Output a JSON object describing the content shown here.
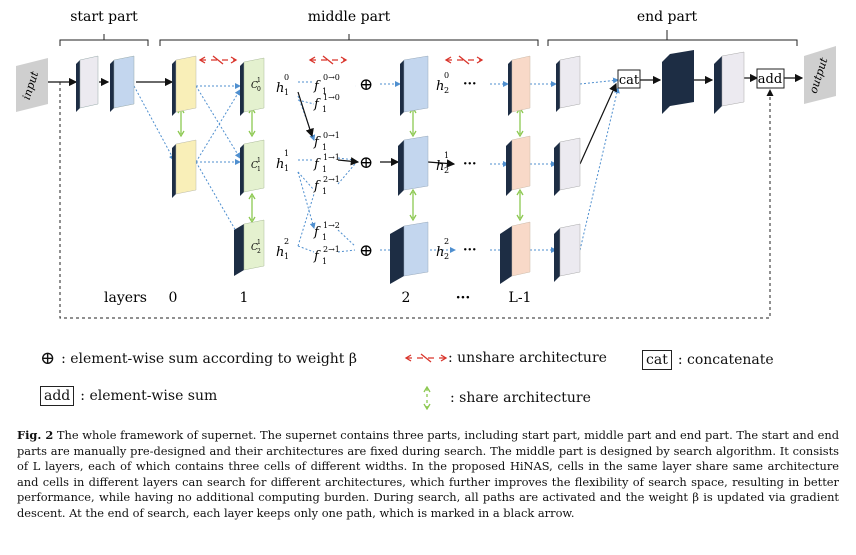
{
  "figure": {
    "part_labels": {
      "start": "start part",
      "middle": "middle part",
      "end": "end part"
    },
    "input_label": "input",
    "output_label": "output",
    "cat_label": "cat",
    "add_label": "add",
    "cell_label": "C",
    "cell_sup": "1",
    "cell_subs": [
      "0",
      "1",
      "2"
    ],
    "h_labels": [
      {
        "base": "h",
        "sub": "1",
        "sup": "0"
      },
      {
        "base": "h",
        "sub": "1",
        "sup": "1"
      },
      {
        "base": "h",
        "sub": "1",
        "sup": "2"
      },
      {
        "base": "h",
        "sub": "2",
        "sup": "0"
      },
      {
        "base": "h",
        "sub": "2",
        "sup": "1"
      },
      {
        "base": "h",
        "sub": "2",
        "sup": "2"
      }
    ],
    "f_labels": [
      {
        "base": "f",
        "sub": "1",
        "sup": "0→0"
      },
      {
        "base": "f",
        "sub": "1",
        "sup": "1→0"
      },
      {
        "base": "f",
        "sub": "1",
        "sup": "0→1"
      },
      {
        "base": "f",
        "sub": "1",
        "sup": "1→1"
      },
      {
        "base": "f",
        "sub": "1",
        "sup": "2→1"
      },
      {
        "base": "f",
        "sub": "1",
        "sup": "1→2"
      },
      {
        "base": "f",
        "sub": "1",
        "sup": "2→1"
      }
    ],
    "oplus_symbol": "⊕",
    "ellipsis": "···",
    "layers_title": "layers",
    "layer_indices": [
      "0",
      "1",
      "2",
      "···",
      "L-1"
    ]
  },
  "legend": {
    "sum_text": ": element-wise sum according to weight β",
    "unshare_text": ": unshare architecture",
    "concat_text": ": concatenate",
    "add_text": ": element-wise sum",
    "share_text": ": share architecture",
    "cat_box": "cat",
    "add_box": "add",
    "oplus": "⊕"
  },
  "caption": {
    "label": "Fig. 2",
    "text": "The whole framework of supernet. The supernet contains three parts, including start part, middle part and end part. The start and end parts are manually pre-designed and their architectures are fixed during search. The middle part is designed by search algorithm. It consists of L layers, each of which contains three cells of different widths. In the proposed HiNAS, cells in the same layer share same architecture and cells in different layers can search for different architectures, which further improves the flexibility of search space, resulting in better performance, while having no additional computing burden. During search, all paths are activated and the weight β is updated via gradient descent. At the end of search, each layer keeps only one path, which is marked in a black arrow."
  },
  "colors": {
    "yellow_cell": "#f9efb8",
    "green_cell": "#e4f1cf",
    "blue_cell": "#c3d6ee",
    "orange_cell": "#f8d9c8",
    "gray_cell": "#eceaf0",
    "dark_side": "#1d2d44",
    "dotted_blue": "#4f8fcf",
    "share_green": "#8cc850",
    "unshare_red": "#d9342b"
  }
}
